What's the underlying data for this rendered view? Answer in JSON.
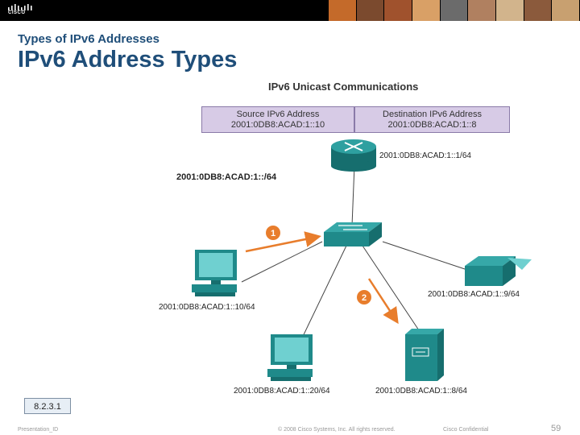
{
  "header": {
    "logo_text": "CISCO",
    "subtitle": "Types of IPv6 Addresses",
    "title": "IPv6 Address Types"
  },
  "diagram": {
    "title": "IPv6 Unicast Communications",
    "source_header": "Source IPv6 Address",
    "source_value": "2001:0DB8:ACAD:1::10",
    "dest_header": "Destination IPv6 Address",
    "dest_value": "2001:0DB8:ACAD:1::8",
    "router_label": "2001:0DB8:ACAD:1::1/64",
    "network_label": "2001:0DB8:ACAD:1::/64",
    "pc1_label": "2001:0DB8:ACAD:1::10/64",
    "pc2_label": "2001:0DB8:ACAD:1::20/64",
    "printer_label": "2001:0DB8:ACAD:1::9/64",
    "server_label": "2001:0DB8:ACAD:1::8/64",
    "step1": "1",
    "step2": "2",
    "colors": {
      "device_teal": "#1f8a8a",
      "arrow_orange": "#e87d2c",
      "header_lavender": "#d7cbe6"
    }
  },
  "section_badge": "8.2.3.1",
  "footer": {
    "presentation_id": "Presentation_ID",
    "copyright": "© 2008 Cisco Systems, Inc. All rights reserved.",
    "confidential": "Cisco Confidential",
    "page_number": "59"
  }
}
